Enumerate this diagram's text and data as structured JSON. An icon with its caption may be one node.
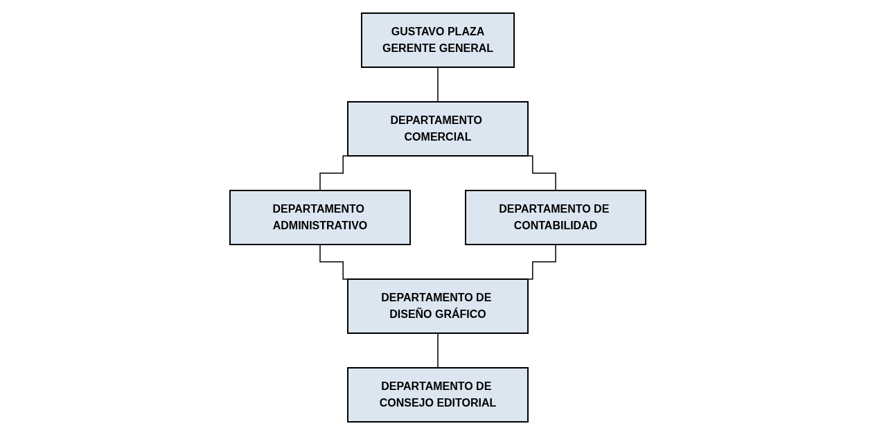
{
  "diagram": {
    "nodes": [
      {
        "text": [
          "GUSTAVO PLAZA",
          "GERENTE GENERAL"
        ]
      },
      {
        "text": [
          "DEPARTAMENTO COMERCIAL"
        ]
      },
      {
        "text": [
          "DEPARTAMENTO ADMINISTRATIVO"
        ]
      },
      {
        "text": [
          "DEPARTAMENTO DE CONTABILIDAD"
        ]
      },
      {
        "text": [
          "DEPARTAMENTO DE DISEÑO GRÁFICO"
        ]
      },
      {
        "text": [
          "DEPARTAMENTO DE CONSEJO EDITORIAL"
        ]
      }
    ],
    "edges": [
      {
        "from": 0,
        "to": 1,
        "arrow": "none"
      },
      {
        "from": 1,
        "to": 2,
        "arrow": "none"
      },
      {
        "from": 1,
        "to": 3,
        "arrow": "none"
      },
      {
        "from": 2,
        "to": 4,
        "arrow": "none"
      },
      {
        "from": 3,
        "to": 4,
        "arrow": "none"
      },
      {
        "from": 4,
        "to": 5,
        "arrow": "none"
      }
    ]
  }
}
